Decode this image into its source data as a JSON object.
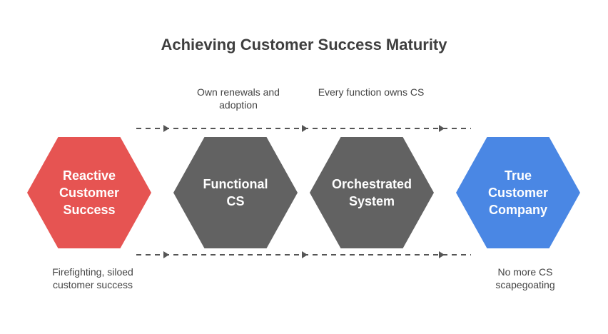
{
  "title": "Achieving Customer Success Maturity",
  "stages": [
    {
      "label": "Reactive\nCustomer\nSuccess",
      "color": "#e65452"
    },
    {
      "label": "Functional CS",
      "color": "#626262"
    },
    {
      "label": "Orchestrated\nSystem",
      "color": "#626262"
    },
    {
      "label": "True Customer\nCompany",
      "color": "#4a87e4"
    }
  ],
  "captions": {
    "top_1": "Own renewals and adoption",
    "top_2": "Every function owns CS",
    "bottom_1": "Firefighting, siloed customer success",
    "bottom_4": "No more CS scapegoating"
  },
  "colors": {
    "connector": "#555555",
    "title": "#3f3f3f",
    "caption": "#444444"
  }
}
